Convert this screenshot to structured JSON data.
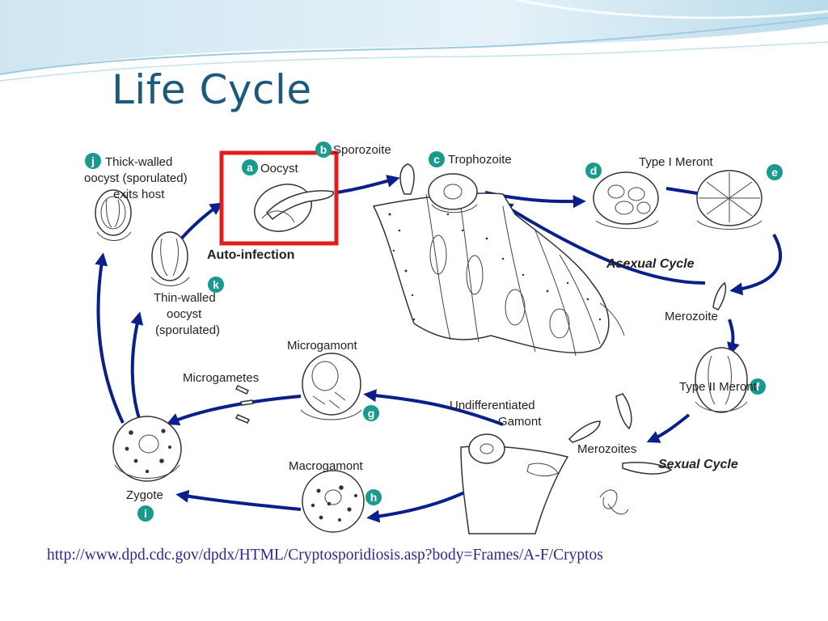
{
  "slide": {
    "title": "Life Cycle",
    "source_url": "http://www.dpd.cdc.gov/dpdx/HTML/Cryptosporidiosis.asp?body=Frames/A-F/Cryptos"
  },
  "diagram": {
    "stages": {
      "a": {
        "letter": "a",
        "label": "Oocyst"
      },
      "b": {
        "letter": "b",
        "label": "Sporozoite"
      },
      "c": {
        "letter": "c",
        "label": "Trophozoite"
      },
      "d": {
        "letter": "d",
        "label": "Type I Meront"
      },
      "e": {
        "letter": "e",
        "label": ""
      },
      "f": {
        "letter": "f",
        "label": "Type II Meront"
      },
      "g": {
        "letter": "g",
        "label": "Microgamont"
      },
      "h": {
        "letter": "h",
        "label": "Macrogamont"
      },
      "i": {
        "letter": "i",
        "label": "Zygote"
      },
      "j": {
        "letter": "j",
        "label_lines": [
          "Thick-walled",
          "oocyst (sporulated)",
          "exits host"
        ]
      },
      "k": {
        "letter": "k",
        "label_lines": [
          "Thin-walled",
          "oocyst",
          "(sporulated)"
        ]
      }
    },
    "labels": {
      "auto_infection": "Auto-infection",
      "asexual_cycle": "Asexual Cycle",
      "sexual_cycle": "Sexual Cycle",
      "merozoite": "Merozoite",
      "merozoites": "Merozoites",
      "microgametes": "Microgametes",
      "undiff_line1": "Undifferentiated",
      "undiff_line2": "Gamont"
    },
    "colors": {
      "badge": "#1a9a8e",
      "arrow": "#0b1f8a",
      "highlight": "#e31c1c",
      "title": "#1b5a7a"
    }
  }
}
